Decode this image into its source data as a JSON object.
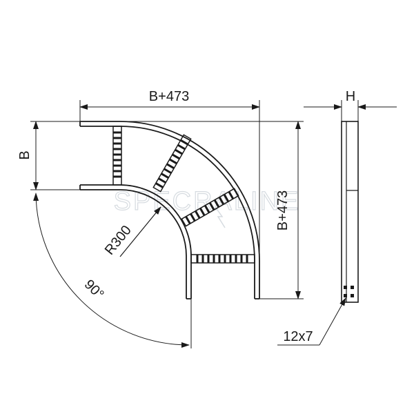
{
  "drawing": {
    "width_label": "B+473",
    "height_label": "B+473",
    "side_label": "B",
    "depth_label": "H",
    "radius_label": "R300",
    "angle_label": "90°",
    "hole_label": "12x7"
  },
  "watermark": {
    "text": "SPECRALINE"
  }
}
